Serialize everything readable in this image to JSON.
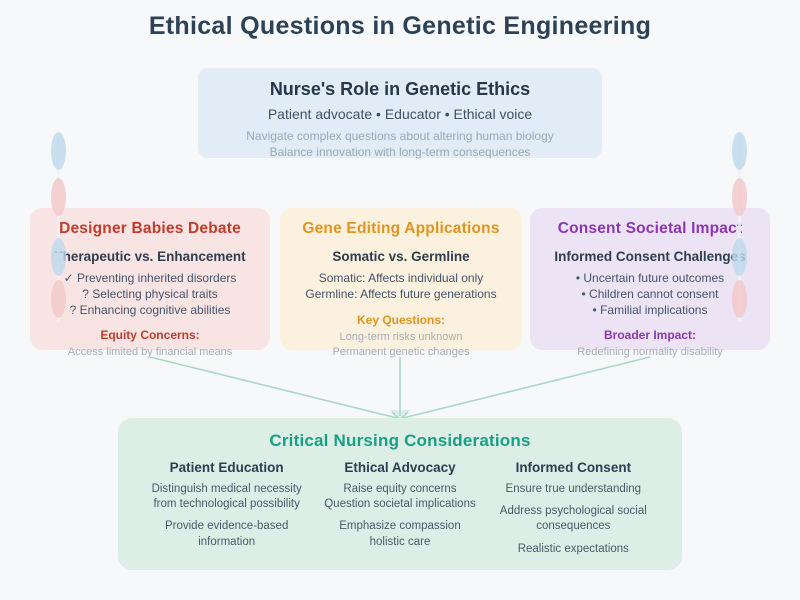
{
  "page": {
    "title": "Ethical Questions in Genetic Engineering",
    "background": "#f6f8fa"
  },
  "nurse_role": {
    "title": "Nurse's Role in Genetic Ethics",
    "roles": "Patient advocate • Educator • Ethical voice",
    "notes": [
      "Navigate complex questions about altering human biology",
      "Balance innovation with long-term consequences"
    ],
    "bg": "#e1ecf7"
  },
  "topics": [
    {
      "title": "Designer Babies Debate",
      "accent": "#c23b2e",
      "bg": "#f9e4e4",
      "subtitle": "Therapeutic vs. Enhancement",
      "items": [
        "✓ Preventing inherited disorders",
        "? Selecting physical traits",
        "? Enhancing cognitive abilities"
      ],
      "label": "Equity Concerns:",
      "notes": [
        "Access limited by financial means"
      ]
    },
    {
      "title": "Gene Editing Applications",
      "accent": "#e2941f",
      "bg": "#fbf1de",
      "subtitle": "Somatic vs. Germline",
      "items": [
        "Somatic: Affects individual only",
        "Germline: Affects future generations"
      ],
      "label": "Key Questions:",
      "notes": [
        "Long-term risks unknown",
        "Permanent genetic changes"
      ]
    },
    {
      "title": "Consent Societal Impact",
      "accent": "#8d36b3",
      "bg": "#ece4f4",
      "subtitle": "Informed Consent Challenges",
      "items": [
        "• Uncertain future outcomes",
        "• Children cannot consent",
        "• Familial implications"
      ],
      "label": "Broader Impact:",
      "notes": [
        "Redefining normality disability"
      ]
    }
  ],
  "considerations": {
    "title": "Critical Nursing Considerations",
    "accent": "#17a083",
    "bg": "#ddeee6",
    "columns": [
      {
        "title": "Patient Education",
        "items": [
          "Distinguish medical necessity from technological possibility",
          "Provide evidence-based information"
        ]
      },
      {
        "title": "Ethical Advocacy",
        "items": [
          "Raise equity concerns Question societal implications",
          "Emphasize compassion holistic care"
        ]
      },
      {
        "title": "Informed Consent",
        "items": [
          "Ensure true understanding",
          "Address psychological social consequences",
          "Realistic expectations"
        ]
      }
    ]
  },
  "decorations": {
    "arrow_color": "#a9d9c5",
    "dna_blue": "#bdd8ec",
    "dna_pink": "#f2c7c7"
  }
}
